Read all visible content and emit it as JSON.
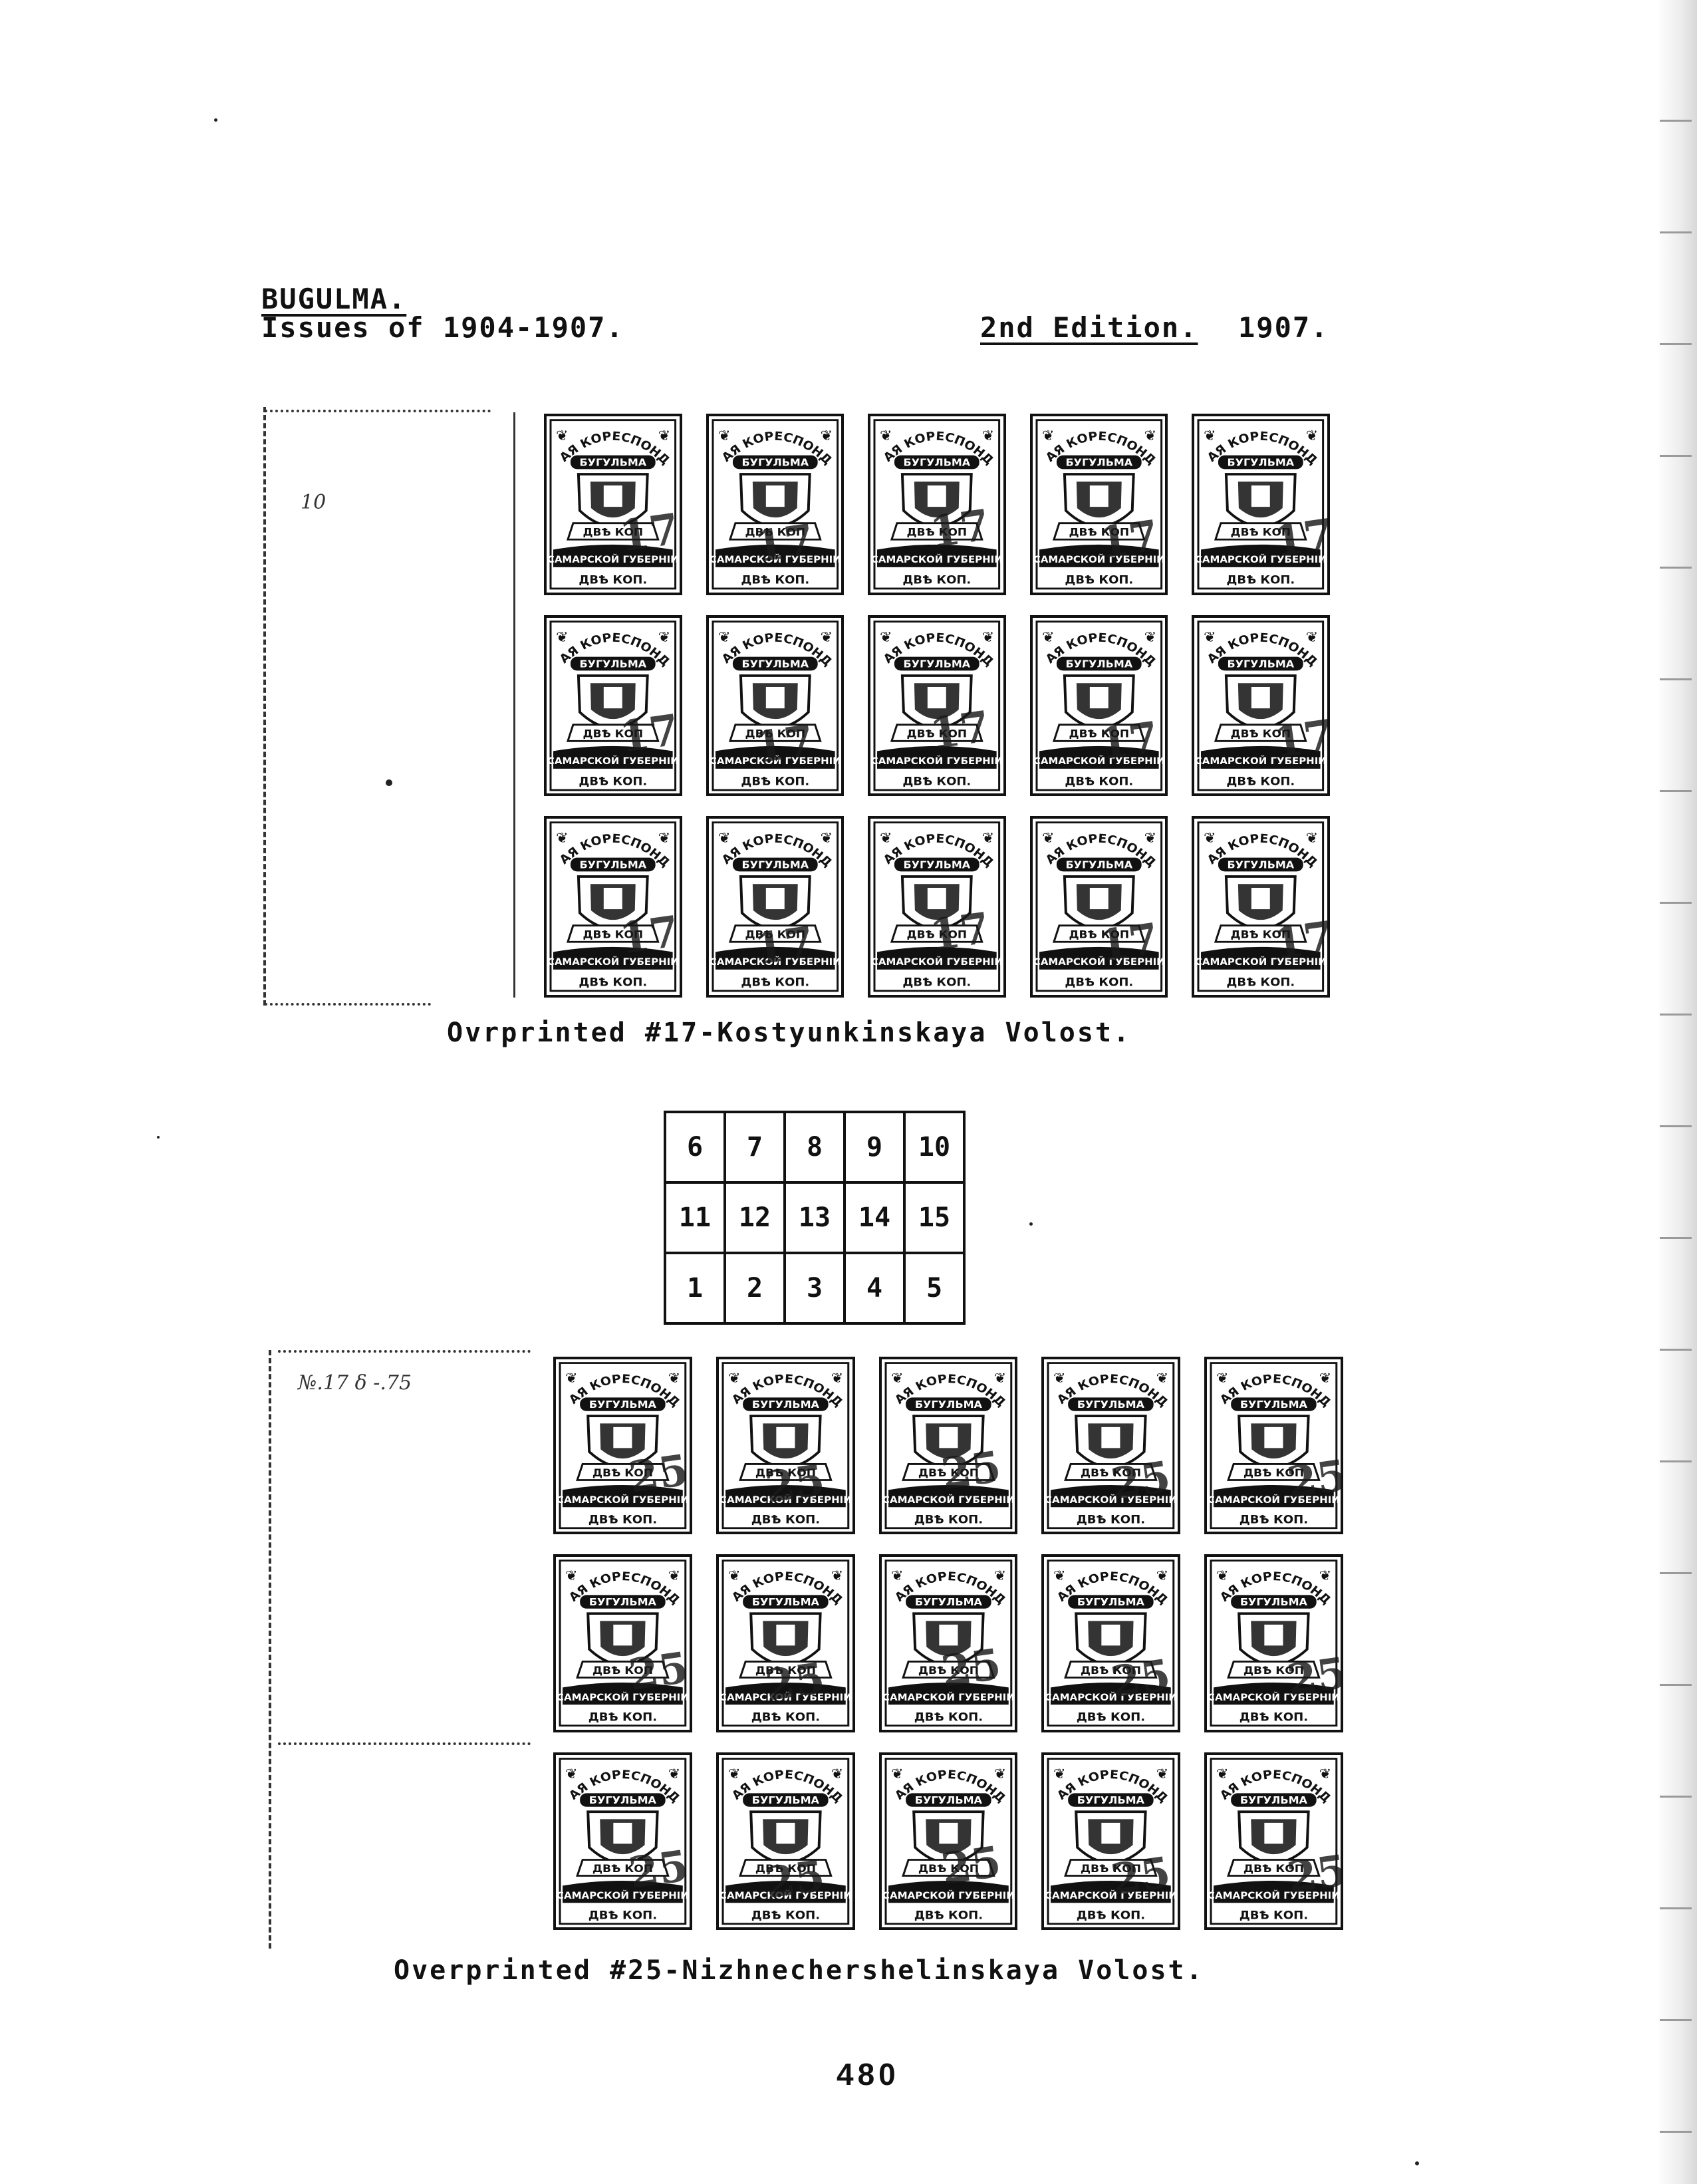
{
  "header": {
    "title": "BUGULMA.",
    "subtitle": "Issues of 1904-1907.",
    "edition": "2nd Edition.",
    "year": "1907."
  },
  "stamp_text": {
    "arc": "ЗЕМСКАЯ КОРЕСПОНДЕНЦІЯ",
    "town": "БУГУЛЬМА",
    "value_banner": "ДВѢ КОП",
    "province": "САМАРСКОЙ ГУБЕРНІИ",
    "value_bottom": "ДВѢ КОП."
  },
  "plate_top": {
    "overprint": "17",
    "caption": "Ovrprinted #17-Kostyunkinskaya Volost.",
    "margin_note": "10"
  },
  "position_table": {
    "rows": [
      [
        "6",
        "7",
        "8",
        "9",
        "10"
      ],
      [
        "11",
        "12",
        "13",
        "14",
        "15"
      ],
      [
        "1",
        "2",
        "3",
        "4",
        "5"
      ]
    ]
  },
  "plate_bottom": {
    "overprint": "25",
    "caption": "Overprinted #25-Nizhnechershelinskaya Volost.",
    "margin_note": "№.17  δ -.75"
  },
  "page_number": "480"
}
